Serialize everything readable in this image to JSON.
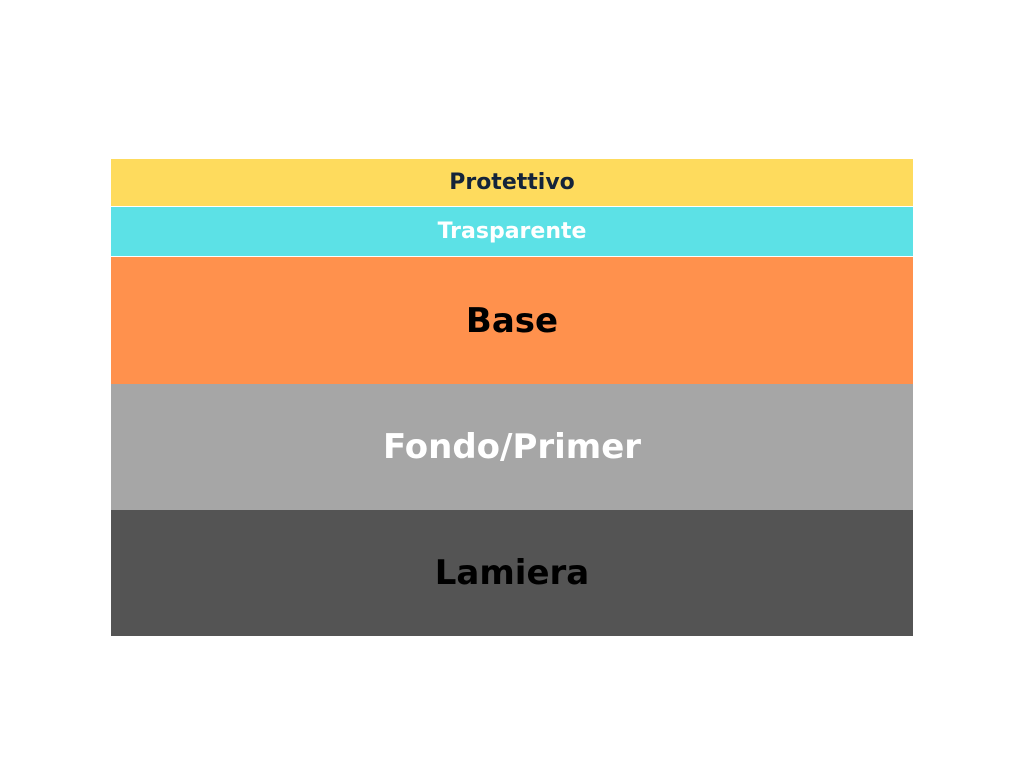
{
  "layers": [
    {
      "label": "Protettivo",
      "bg": "#FEDB5D",
      "fg": "#14243A"
    },
    {
      "label": "Trasparente",
      "bg": "#5CE1E6",
      "fg": "#FFFFFF"
    },
    {
      "label": "Base",
      "bg": "#FF914D",
      "fg": "#000000"
    },
    {
      "label": "Fondo/Primer",
      "bg": "#A6A6A6",
      "fg": "#FFFFFF"
    },
    {
      "label": "Lamiera",
      "bg": "#545454",
      "fg": "#000000"
    }
  ]
}
